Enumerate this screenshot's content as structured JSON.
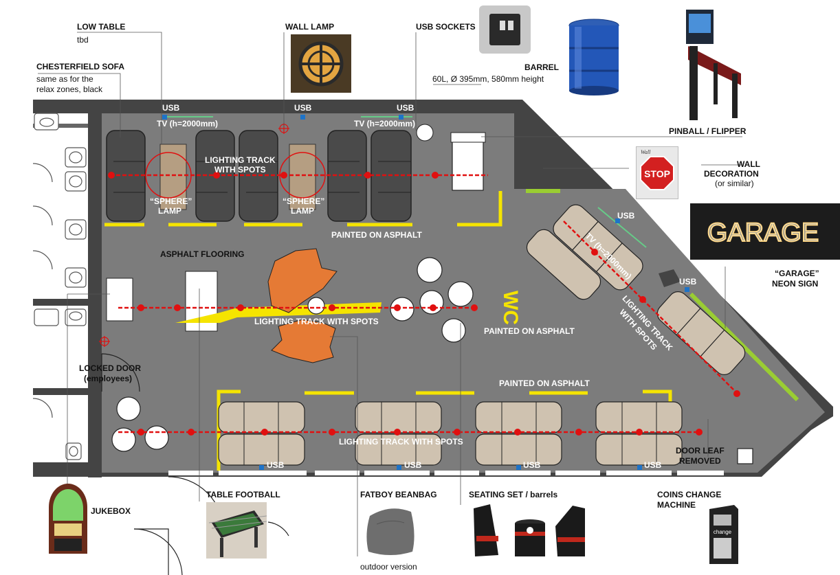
{
  "labels": {
    "low_table": "LOW TABLE",
    "low_table_note": "tbd",
    "wall_lamp": "WALL LAMP",
    "usb_sockets": "USB SOCKETS",
    "barrel": "BARREL",
    "barrel_note": "60L, Ø 395mm, 580mm height",
    "chesterfield_sofa": "CHESTERFIELD SOFA",
    "chesterfield_note_1": "same as for the",
    "chesterfield_note_2": "relax zones, black",
    "pinball": "PINBALL / FLIPPER",
    "wall_decoration_1": "WALL",
    "wall_decoration_2": "DECORATION",
    "wall_decoration_3": "(or similar)",
    "garage_sign_1": "“GARAGE”",
    "garage_sign_2": "NEON SIGN",
    "locked_door_1": "LOCKED DOOR",
    "locked_door_2": "(employees)",
    "door_leaf_1": "DOOR LEAF",
    "door_leaf_2": "REMOVED",
    "jukebox": "JUKEBOX",
    "table_football": "TABLE FOOTBALL",
    "fatboy": "FATBOY BEANBAG",
    "fatboy_note": "outdoor version",
    "seating_set": "SEATING SET / barrels",
    "coins_1": "COINS CHANGE",
    "coins_2": "MACHINE"
  },
  "plan": {
    "tv_1": "TV (h=2000mm)",
    "tv_2": "TV (h=2000mm)",
    "tv_3": "TV (h=2000mm)",
    "lighting_top_1": "LIGHTING TRACK",
    "lighting_top_2": "WITH SPOTS",
    "sphere_1a": "“SPHERE”",
    "sphere_1b": "LAMP",
    "sphere_2a": "“SPHERE”",
    "sphere_2b": "LAMP",
    "painted_top": "PAINTED ON ASPHALT",
    "asphalt": "ASPHALT FLOORING",
    "lighting_mid": "LIGHTING TRACK WITH SPOTS",
    "painted_mid": "PAINTED ON ASPHALT",
    "lighting_diag_1": "LIGHTING TRACK",
    "lighting_diag_2": "WITH SPOTS",
    "painted_bottom": "PAINTED ON ASPHALT",
    "lighting_bottom": "LIGHTING TRACK WITH SPOTS",
    "wc": "WC"
  },
  "usb": [
    "USB",
    "USB",
    "USB",
    "USB",
    "USB",
    "USB",
    "USB",
    "USB",
    "USB"
  ],
  "images": {
    "stop_sign": "STOP",
    "wall_brand": "Wall",
    "garage_neon": "GARAGE",
    "coin_machine": "change"
  },
  "colors": {
    "floor": "#7b7b7b",
    "wall": "#444444",
    "yellow": "#f5e400",
    "track": "#e01010",
    "orange": "#e57a35",
    "sofa_beige": "#cfc2b0",
    "low_table": "#b59e82",
    "usb_blue": "#1e73c8",
    "lime": "#9acd32"
  }
}
